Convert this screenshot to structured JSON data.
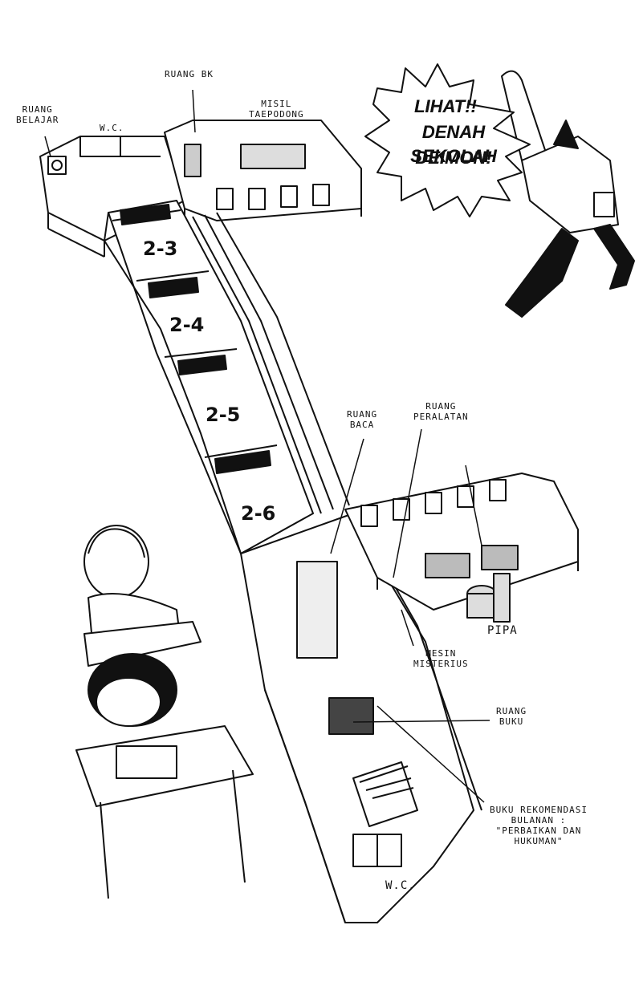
{
  "shout": {
    "line1": "LIHAT!!",
    "line2": "DENAH SEKOLAH",
    "line3": "DEIMON!"
  },
  "rooms": {
    "r23": "2-3",
    "r24": "2-4",
    "r25": "2-5",
    "r26": "2-6"
  },
  "labels": {
    "ruang_bk": "RUANG BK",
    "ruang_belajar": "RUANG\nBELAJAR",
    "wc_top": "W.C.",
    "misil": "MISIL\nTAEPODONG",
    "ruang_baca": "RUANG\nBACA",
    "ruang_peralatan": "RUANG\nPERALATAN",
    "pipa": "PIPA",
    "mesin": "MESIN\nMISTERIUS",
    "ruang_buku": "RUANG\nBUKU",
    "buku_rekomendasi": "BUKU REKOMENDASI\nBULANAN :\n\"PERBAIKAN DAN\nHUKUMAN\"",
    "wc_bottom": "W.C."
  }
}
